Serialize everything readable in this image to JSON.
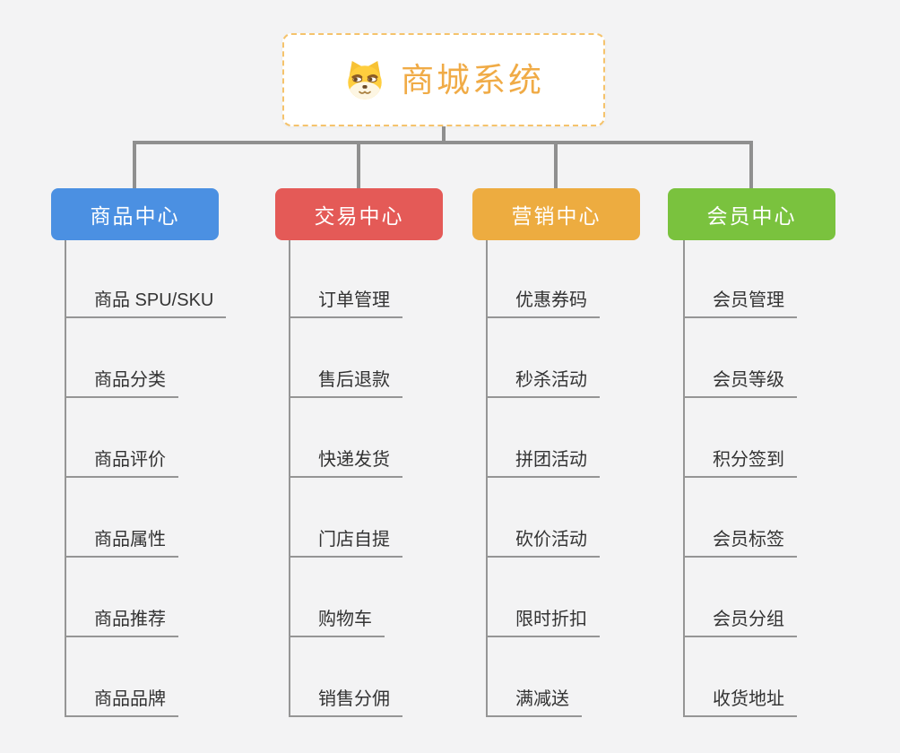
{
  "root": {
    "title": "商城系统",
    "icon": "doge-icon"
  },
  "branches": [
    {
      "label": "商品中心",
      "color": "#4b90e2",
      "items": [
        "商品 SPU/SKU",
        "商品分类",
        "商品评价",
        "商品属性",
        "商品推荐",
        "商品品牌"
      ]
    },
    {
      "label": "交易中心",
      "color": "#e45a57",
      "items": [
        "订单管理",
        "售后退款",
        "快递发货",
        "门店自提",
        "购物车",
        "销售分佣"
      ]
    },
    {
      "label": "营销中心",
      "color": "#edac40",
      "items": [
        "优惠券码",
        "秒杀活动",
        "拼团活动",
        "砍价活动",
        "限时折扣",
        "满减送"
      ]
    },
    {
      "label": "会员中心",
      "color": "#7ac23e",
      "items": [
        "会员管理",
        "会员等级",
        "积分签到",
        "会员标签",
        "会员分组",
        "收货地址"
      ]
    }
  ],
  "colors": {
    "background": "#f3f3f4",
    "connector": "#8f8f8f",
    "leaf_line": "#959595",
    "leaf_text": "#333333",
    "root_border": "#f5c36c",
    "root_text": "#f0ab46"
  }
}
